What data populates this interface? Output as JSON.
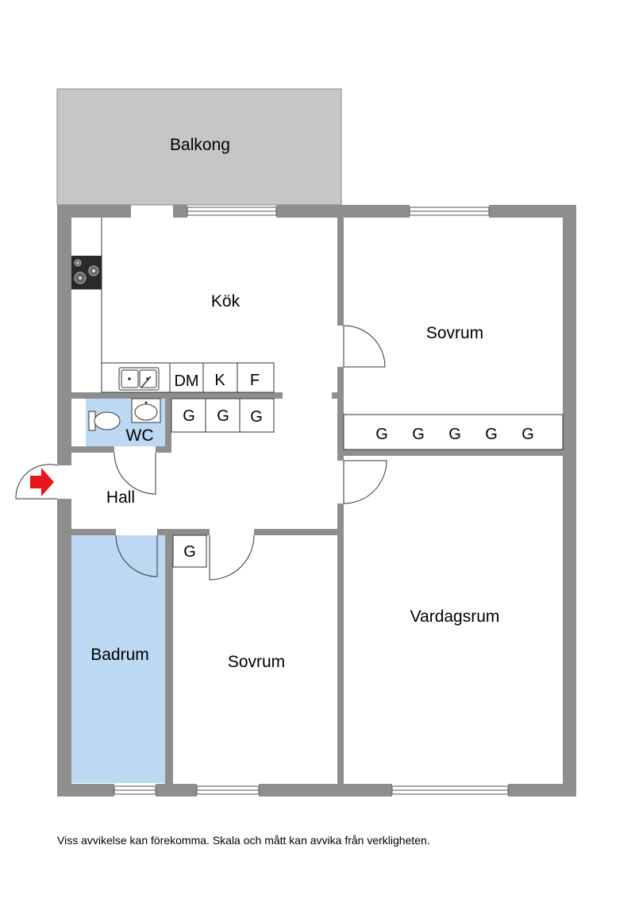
{
  "plan": {
    "rooms": {
      "balcony": "Balkong",
      "kitchen": "Kök",
      "bedroom_1": "Sovrum",
      "wc": "WC",
      "hall": "Hall",
      "bathroom": "Badrum",
      "bedroom_2": "Sovrum",
      "living_room": "Vardagsrum"
    },
    "kitchen_units": {
      "dishwasher": "DM",
      "fridge": "K",
      "freezer": "F"
    },
    "wardrobe_label": "G",
    "colors": {
      "wall": "#8e8e8e",
      "balcony_fill": "#c6c6c6",
      "wet_room_fill": "#bcd8f3",
      "entrance_arrow": "#e8151a"
    }
  },
  "disclaimer": "Viss avvikelse kan förekomma. Skala och mått kan avvika från verkligheten."
}
